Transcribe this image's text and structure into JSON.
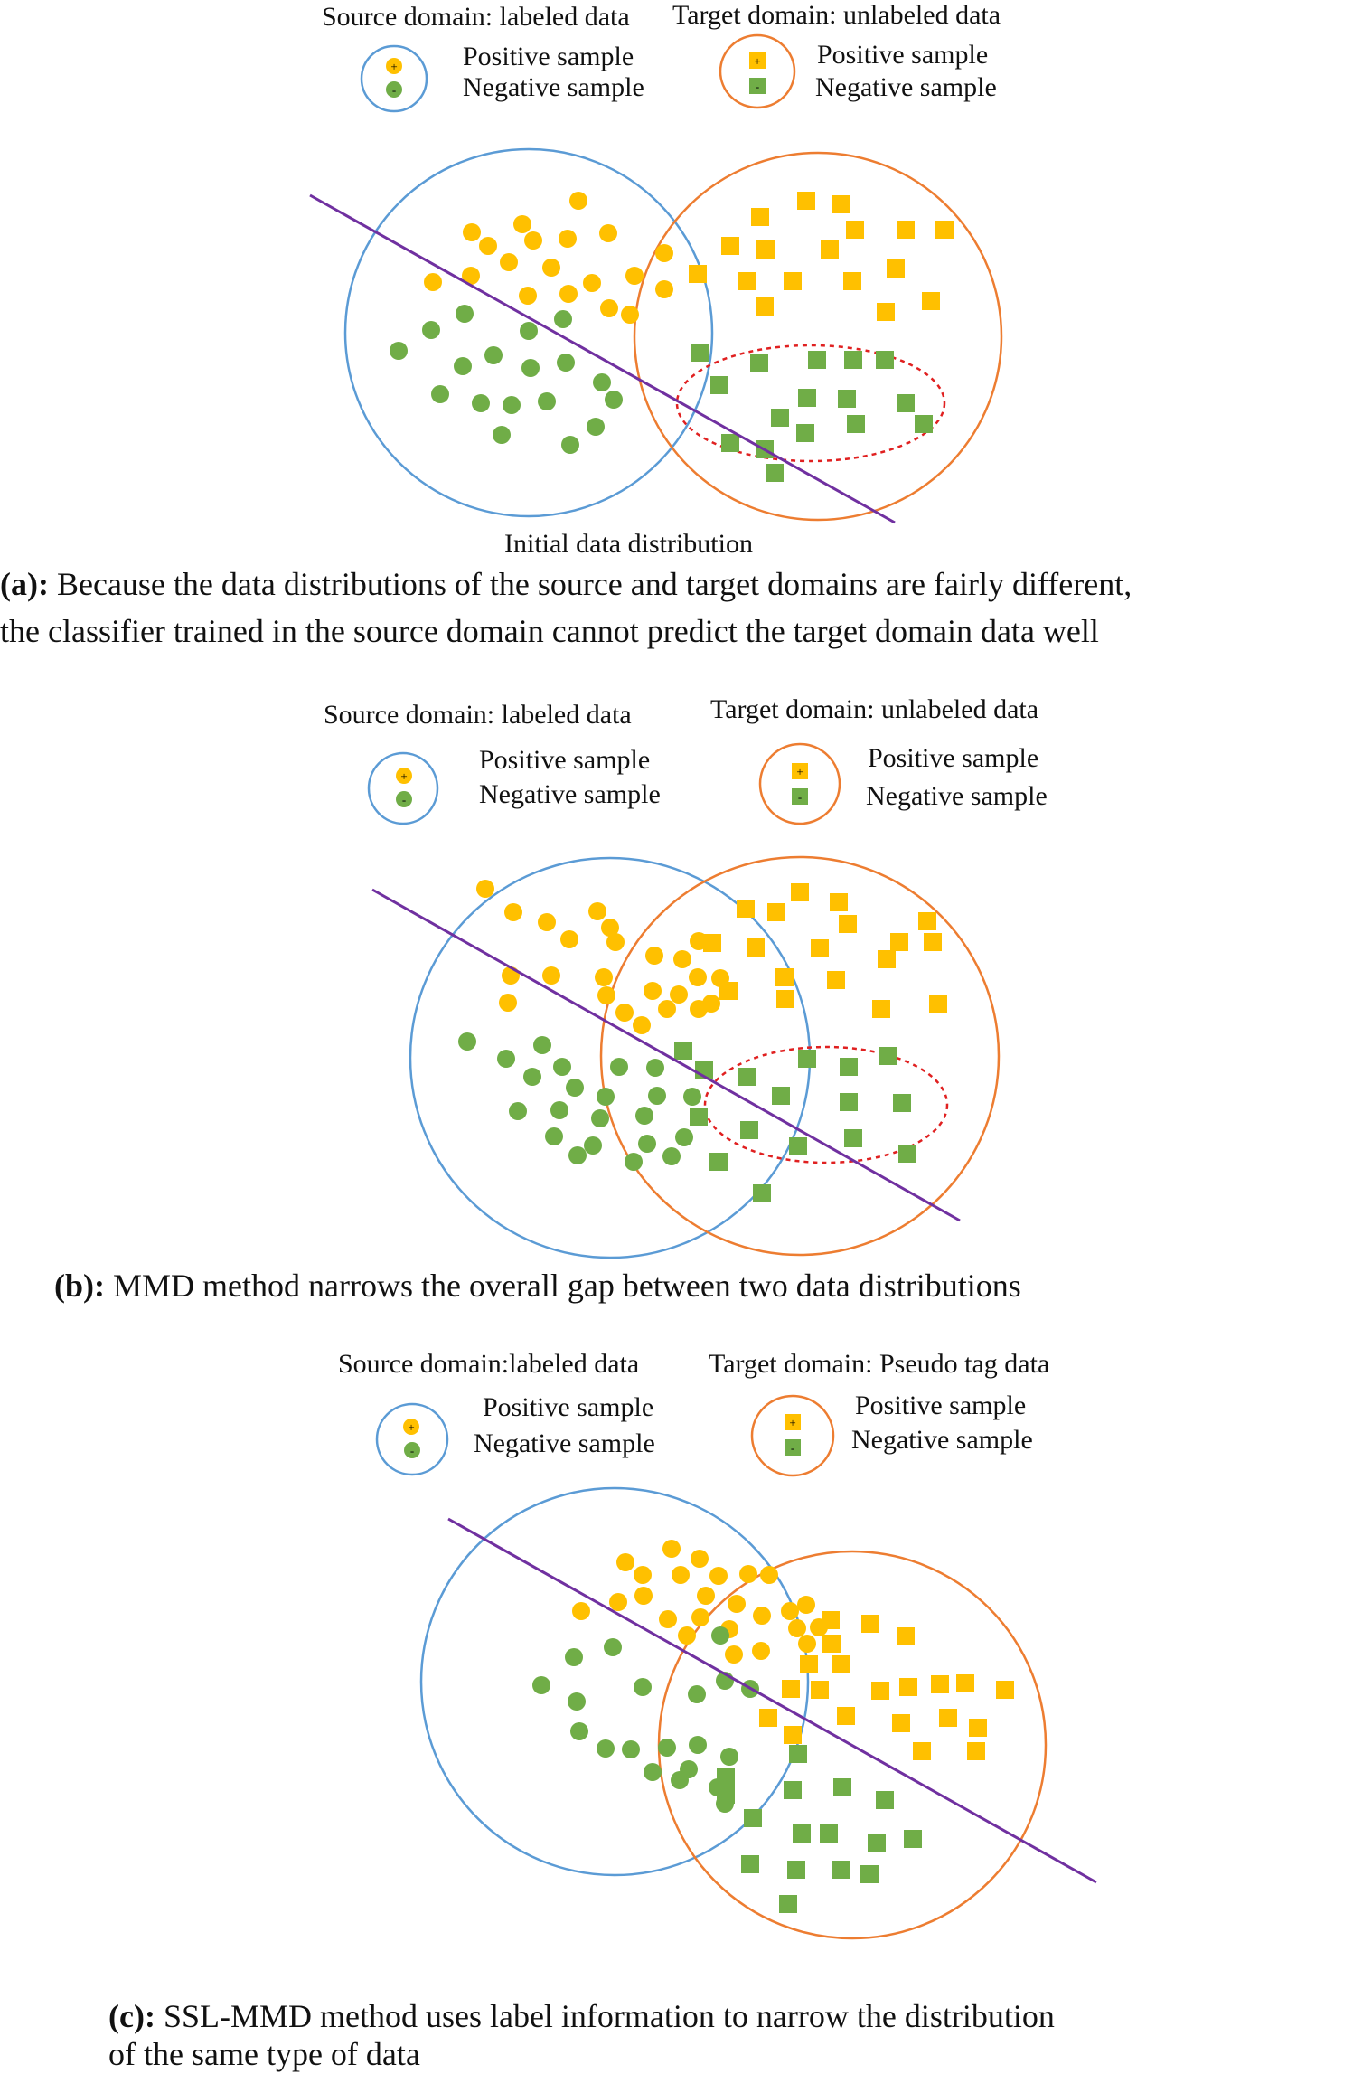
{
  "colors": {
    "source_circle": "#5b9bd5",
    "target_circle": "#ed7d31",
    "positive": "#ffc000",
    "negative": "#70ad47",
    "decision_line": "#7030a0",
    "highlight_ellipse": "#e02020"
  },
  "panels": [
    {
      "id": "a",
      "legend": {
        "source_title": "Source domain: labeled data",
        "target_title": "Target domain: unlabeled data",
        "source_positive": "Positive sample",
        "source_negative": "Negative sample",
        "target_positive": "Positive sample",
        "target_negative": "Negative sample",
        "plus_mark": "+",
        "minus_mark": "-"
      },
      "sublabel": "Initial data distribution",
      "caption_prefix": "(a):",
      "caption_line1": " Because the data distributions of the source and target domains are fairly different,",
      "caption_line2": "the classifier trained in the source domain cannot predict the target domain data well"
    },
    {
      "id": "b",
      "legend": {
        "source_title": "Source domain: labeled data",
        "target_title": "Target domain: unlabeled data",
        "source_positive": "Positive sample",
        "source_negative": "Negative sample",
        "target_positive": "Positive sample",
        "target_negative": "Negative sample",
        "plus_mark": "+",
        "minus_mark": "-"
      },
      "caption_prefix": "(b):",
      "caption_line1": " MMD method narrows the overall gap between two data distributions"
    },
    {
      "id": "c",
      "legend": {
        "source_title": "Source domain:labeled data",
        "target_title": "Target domain: Pseudo tag data",
        "source_positive": "Positive sample",
        "source_negative": "Negative sample",
        "target_positive": "Positive sample",
        "target_negative": "Negative sample",
        "plus_mark": "+",
        "minus_mark": "-"
      },
      "caption_prefix": "(c):",
      "caption_line1": " SSL-MMD method uses label information to narrow the distribution",
      "caption_line2": "of the same type of data"
    }
  ]
}
